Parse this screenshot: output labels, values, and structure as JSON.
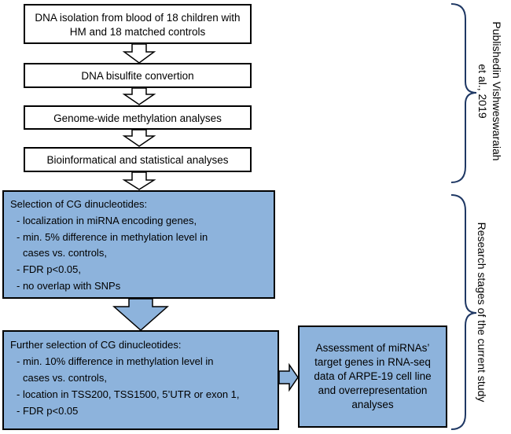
{
  "steps": {
    "s1": "DNA isolation from blood of 18 children with HM and 18 matched controls",
    "s2": "DNA bisulfite convertion",
    "s3": "Genome-wide methylation analyses",
    "s4": "Bioinformatical and statistical analyses"
  },
  "selection": {
    "title": "Selection of CG dinucleotides:",
    "items": [
      "- localization in miRNA encoding genes,",
      "- min. 5% difference in methylation level in",
      "cases vs. controls,",
      "- FDR p<0.05,",
      "- no overlap with SNPs"
    ]
  },
  "further": {
    "title": "Further selection of CG dinucleotides:",
    "items": [
      "- min. 10% difference in methylation level in",
      "cases vs. controls,",
      "- location in TSS200, TSS1500, 5’UTR or exon 1,",
      "- FDR p<0.05"
    ]
  },
  "assessment": {
    "lines": [
      "Assessment of miRNAs’",
      "target genes in RNA-seq",
      "data of ARPE-19 cell line",
      "and overrepresentation",
      "analyses"
    ]
  },
  "side_labels": {
    "published_line1": "Publishedin Vishweswaraiah",
    "published_line2": "et al., 2019",
    "research": "Research stages of the current study"
  },
  "colors": {
    "box_fill_blue": "#8db3dc",
    "border": "#000000"
  }
}
